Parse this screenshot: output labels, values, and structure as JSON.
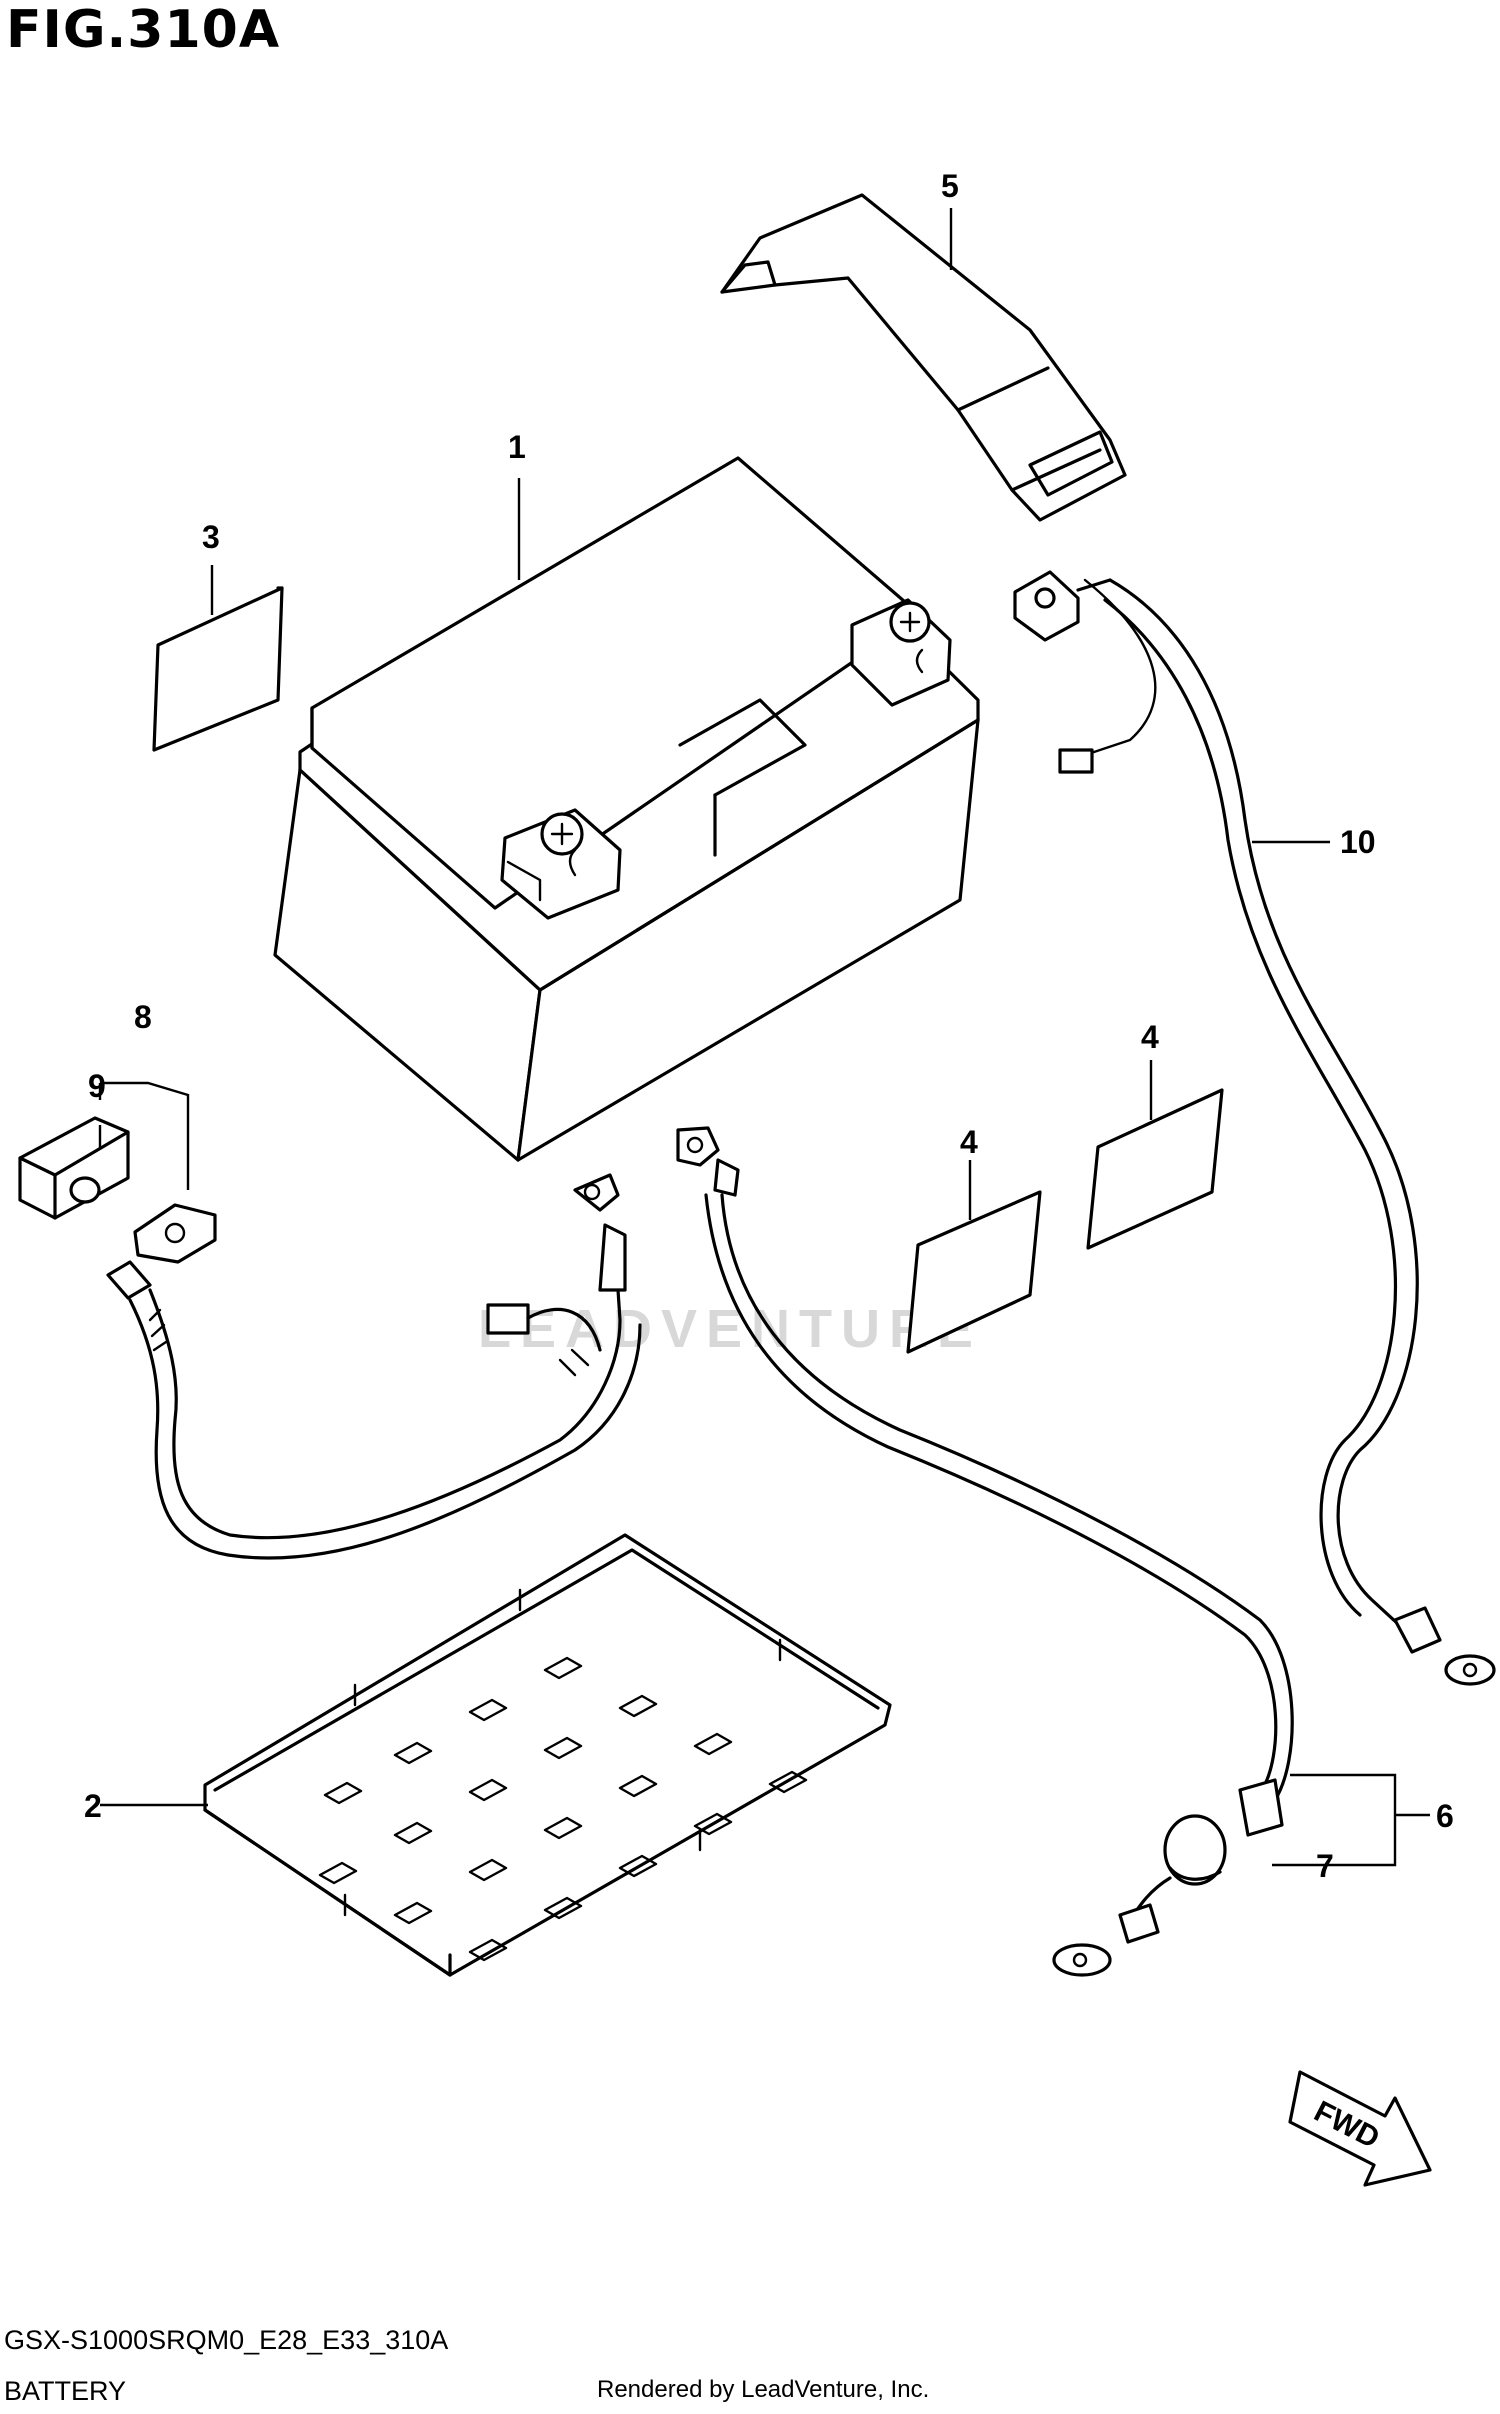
{
  "figure": {
    "title": "FIG.310A",
    "code": "GSX-S1000SRQM0_E28_E33_310A",
    "name": "BATTERY",
    "credit": "Rendered by LeadVenture, Inc.",
    "watermark": "LEADVENTURE"
  },
  "callouts": {
    "c1": "1",
    "c2": "2",
    "c3": "3",
    "c4a": "4",
    "c4b": "4",
    "c5": "5",
    "c6": "6",
    "c7": "7",
    "c8": "8",
    "c9": "9",
    "c10": "10"
  },
  "fwd_arrow": {
    "label": "FWD"
  }
}
